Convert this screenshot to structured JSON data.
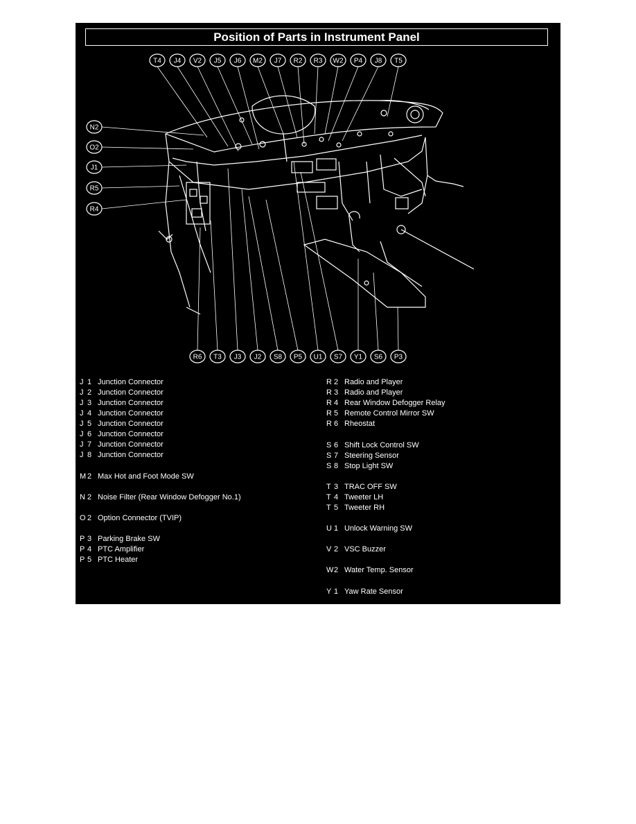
{
  "title": "Position of Parts in Instrument Panel",
  "colors": {
    "background": "#000000",
    "foreground": "#ffffff"
  },
  "top_callouts": [
    "T4",
    "J4",
    "V2",
    "J5",
    "J6",
    "M2",
    "J7",
    "R2",
    "R3",
    "W2",
    "P4",
    "J8",
    "T5"
  ],
  "left_callouts": [
    "N2",
    "O2",
    "J1",
    "R5",
    "R4"
  ],
  "bottom_callouts": [
    "R6",
    "T3",
    "J3",
    "J2",
    "S8",
    "P5",
    "U1",
    "S7",
    "Y1",
    "S6",
    "P3"
  ],
  "legend_left": [
    {
      "letter": "J",
      "num": "1",
      "name": "Junction Connector"
    },
    {
      "letter": "J",
      "num": "2",
      "name": "Junction Connector"
    },
    {
      "letter": "J",
      "num": "3",
      "name": "Junction Connector"
    },
    {
      "letter": "J",
      "num": "4",
      "name": "Junction Connector"
    },
    {
      "letter": "J",
      "num": "5",
      "name": "Junction Connector"
    },
    {
      "letter": "J",
      "num": "6",
      "name": "Junction Connector"
    },
    {
      "letter": "J",
      "num": "7",
      "name": "Junction Connector"
    },
    {
      "letter": "J",
      "num": "8",
      "name": "Junction Connector"
    },
    {
      "letter": "M",
      "num": "2",
      "name": "Max Hot and Foot Mode SW"
    },
    {
      "letter": "N",
      "num": "2",
      "name": "Noise Filter (Rear Window Defogger No.1)"
    },
    {
      "letter": "O",
      "num": "2",
      "name": "Option Connector (TVIP)"
    },
    {
      "letter": "P",
      "num": "3",
      "name": "Parking Brake SW"
    },
    {
      "letter": "P",
      "num": "4",
      "name": "PTC Amplifier"
    },
    {
      "letter": "P",
      "num": "5",
      "name": "PTC Heater"
    }
  ],
  "legend_right": [
    {
      "letter": "R",
      "num": "2",
      "name": "Radio and Player"
    },
    {
      "letter": "R",
      "num": "3",
      "name": "Radio and Player"
    },
    {
      "letter": "R",
      "num": "4",
      "name": "Rear Window Defogger Relay"
    },
    {
      "letter": "R",
      "num": "5",
      "name": "Remote Control Mirror SW"
    },
    {
      "letter": "R",
      "num": "6",
      "name": "Rheostat"
    },
    {
      "letter": "S",
      "num": "6",
      "name": "Shift Lock Control SW"
    },
    {
      "letter": "S",
      "num": "7",
      "name": "Steering Sensor"
    },
    {
      "letter": "S",
      "num": "8",
      "name": "Stop Light SW"
    },
    {
      "letter": "T",
      "num": "3",
      "name": "TRAC OFF SW"
    },
    {
      "letter": "T",
      "num": "4",
      "name": "Tweeter LH"
    },
    {
      "letter": "T",
      "num": "5",
      "name": "Tweeter RH"
    },
    {
      "letter": "U",
      "num": "1",
      "name": "Unlock Warning SW"
    },
    {
      "letter": "V",
      "num": "2",
      "name": "VSC Buzzer"
    },
    {
      "letter": "W",
      "num": "2",
      "name": "Water Temp. Sensor"
    },
    {
      "letter": "Y",
      "num": "1",
      "name": "Yaw Rate Sensor"
    }
  ]
}
